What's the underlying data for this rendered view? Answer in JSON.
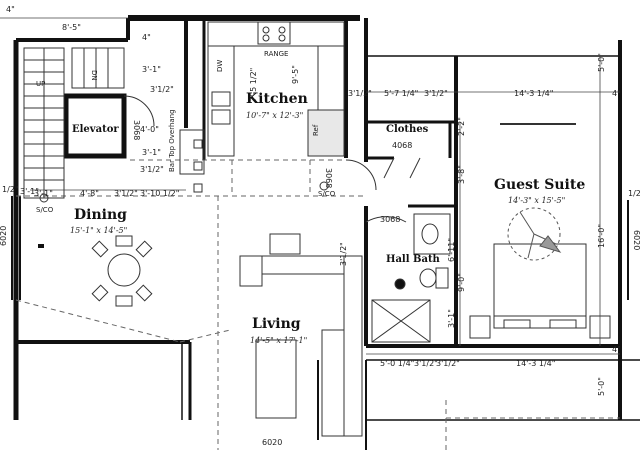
{
  "rooms": {
    "kitchen": {
      "name": "Kitchen",
      "size": "10'-7\" x 12'-3\""
    },
    "dining": {
      "name": "Dining",
      "size": "15'-1\" x 14'-5\""
    },
    "living": {
      "name": "Living",
      "size": "14'-5\" x 17'-1\""
    },
    "guest_suite": {
      "name": "Guest Suite",
      "size": "14'-3\" x 15'-5\""
    },
    "elevator": {
      "name": "Elevator"
    },
    "clothes": {
      "name": "Clothes"
    },
    "hall_bath": {
      "name": "Hall Bath"
    }
  },
  "labels": {
    "up": "UP",
    "range": "RANGE",
    "ref": "Ref",
    "bar_top": "Bar Top Overhang",
    "door_4068": "4068",
    "door_3068_a": "3068",
    "door_3068_b": "3068",
    "door_3068_c": "3068",
    "door_6020": "6020",
    "door_6020_right": "6020",
    "door_6020_left": "6020",
    "so_1": "S/CO",
    "so_2": "S/CO",
    "dw": "DW",
    "dn": "DN"
  },
  "dimensions": {
    "d1": "4\"",
    "d2": "8'-5\"",
    "d3": "4\"",
    "d4": "3'-1\"",
    "d5": "4'-0\"",
    "d6": "3'1/2\"",
    "d7": "3'-1\"",
    "d8": "3'-1\"",
    "d9": "4'-8\"",
    "d10": "3'1/2\"",
    "d11": "3'-10 1/2\"",
    "d12": "3'1/2\"",
    "d13": "7'-5 1/2\"",
    "d14": "9'-5\"",
    "d15": "5'-7 1/4\"",
    "d16": "3'1/2\"",
    "d17": "14'-3 1/4\"",
    "d18": "5'-0\"",
    "d19": "4\"",
    "d20": "2'-2\"",
    "d21": "3'-8\"",
    "d22": "3'1/2\"",
    "d23": "16'-0\"",
    "d24": "6'-11\"",
    "d25": "9'-0\"",
    "d26": "3'-1\"",
    "d27": "5'-0 1/4\"",
    "d28": "3'1/2\"",
    "d29": "3'1/2\"",
    "d30": "14'-3 1/4\"",
    "d31": "4\"",
    "d32": "5'-0\"",
    "d33": "3'-1\"",
    "d34": "1/2\"",
    "d35": "1/2\"",
    "d36": "3'1/2\""
  }
}
